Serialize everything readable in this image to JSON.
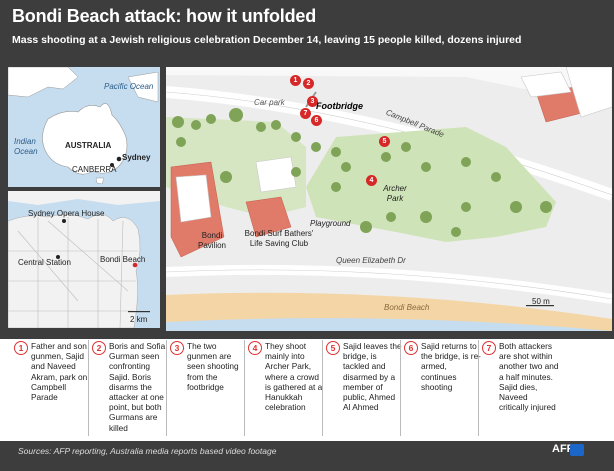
{
  "header": {
    "title": "Bondi Beach attack: how it unfolded",
    "subtitle": "Mass shooting at a Jewish religious celebration December 14, leaving 15 people killed, dozens injured"
  },
  "inset_region": {
    "ocean_pacific": "Pacific Ocean",
    "ocean_indian": "Indian Ocean",
    "country": "AUSTRALIA",
    "city_sydney": "Sydney",
    "city_canberra": "CANBERRA"
  },
  "inset_sydney": {
    "opera_house": "Sydney Opera House",
    "central_station": "Central Station",
    "bondi_beach": "Bondi Beach",
    "scale": "2 km"
  },
  "main_map": {
    "car_park": "Car park",
    "footbridge": "Footbridge",
    "campbell_parade": "Campbell Parade",
    "archer_park": "Archer Park",
    "playground": "Playground",
    "bondi_pavilion": "Bondi Pavilion",
    "surf_club": "Bondi Surf Bathers' Life Saving Club",
    "queen_elizabeth_dr": "Queen Elizabeth Dr",
    "bondi_beach": "Bondi Beach",
    "scale": "50 m",
    "markers": [
      "1",
      "2",
      "3",
      "4",
      "5",
      "6",
      "7"
    ]
  },
  "steps": [
    {
      "num": "1",
      "text": "Father and son gunmen, Sajid and Naveed Akram, park on Campbell Parade"
    },
    {
      "num": "2",
      "text": "Boris and Sofia Gurman seen confronting Sajid. Boris disarms the attacker at one point, but both Gurmans are killed"
    },
    {
      "num": "3",
      "text": "The two gunmen are seen shooting from the footbridge"
    },
    {
      "num": "4",
      "text": "They shoot mainly into Archer Park, where a crowd is gathered at a Hanukkah celebration"
    },
    {
      "num": "5",
      "text": "Sajid leaves the bridge, is tackled and disarmed by a member of public, Ahmed Al Ahmed"
    },
    {
      "num": "6",
      "text": "Sajid returns to the bridge, is re-armed, continues shooting"
    },
    {
      "num": "7",
      "text": "Both attackers are shot within another two and a half minutes. Sajid dies, Naveed critically injured"
    }
  ],
  "footer": {
    "source": "Sources: AFP reporting, Australia media reports based video footage",
    "credit": "AFP"
  },
  "colors": {
    "marker_red": "#d62828",
    "ocean_blue": "#c6dcef",
    "land_grey": "#ededed",
    "park_green": "#cfe3b8",
    "sand": "#f4d6a6"
  }
}
